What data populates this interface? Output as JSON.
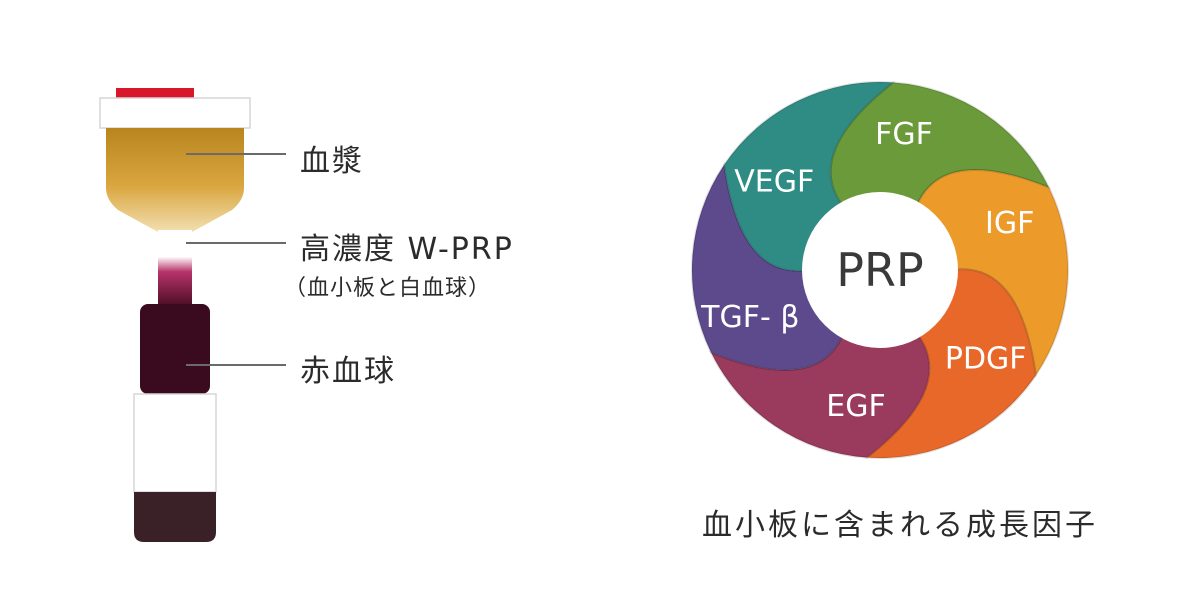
{
  "tube": {
    "plasma_label": "血漿",
    "wprp_label": "高濃度 W-PRP",
    "wprp_sub_label": "（血小板と白血球）",
    "rbc_label": "赤血球",
    "colors": {
      "cap": "#d8182a",
      "plasma": "#c6922a",
      "rbc": "#3a0b1e",
      "bottom": "#3a2128"
    }
  },
  "wheel": {
    "center_label": "PRP",
    "segments": [
      {
        "label": "FGF",
        "color": "#6a9a3a"
      },
      {
        "label": "IGF",
        "color": "#ec9a2a"
      },
      {
        "label": "PDGF",
        "color": "#e8682a"
      },
      {
        "label": "EGF",
        "color": "#9a3a5c"
      },
      {
        "label": "TGF- β",
        "color": "#5c4a8c"
      },
      {
        "label": "VEGF",
        "color": "#2e8c84"
      }
    ]
  },
  "caption": "血小板に含まれる成長因子"
}
